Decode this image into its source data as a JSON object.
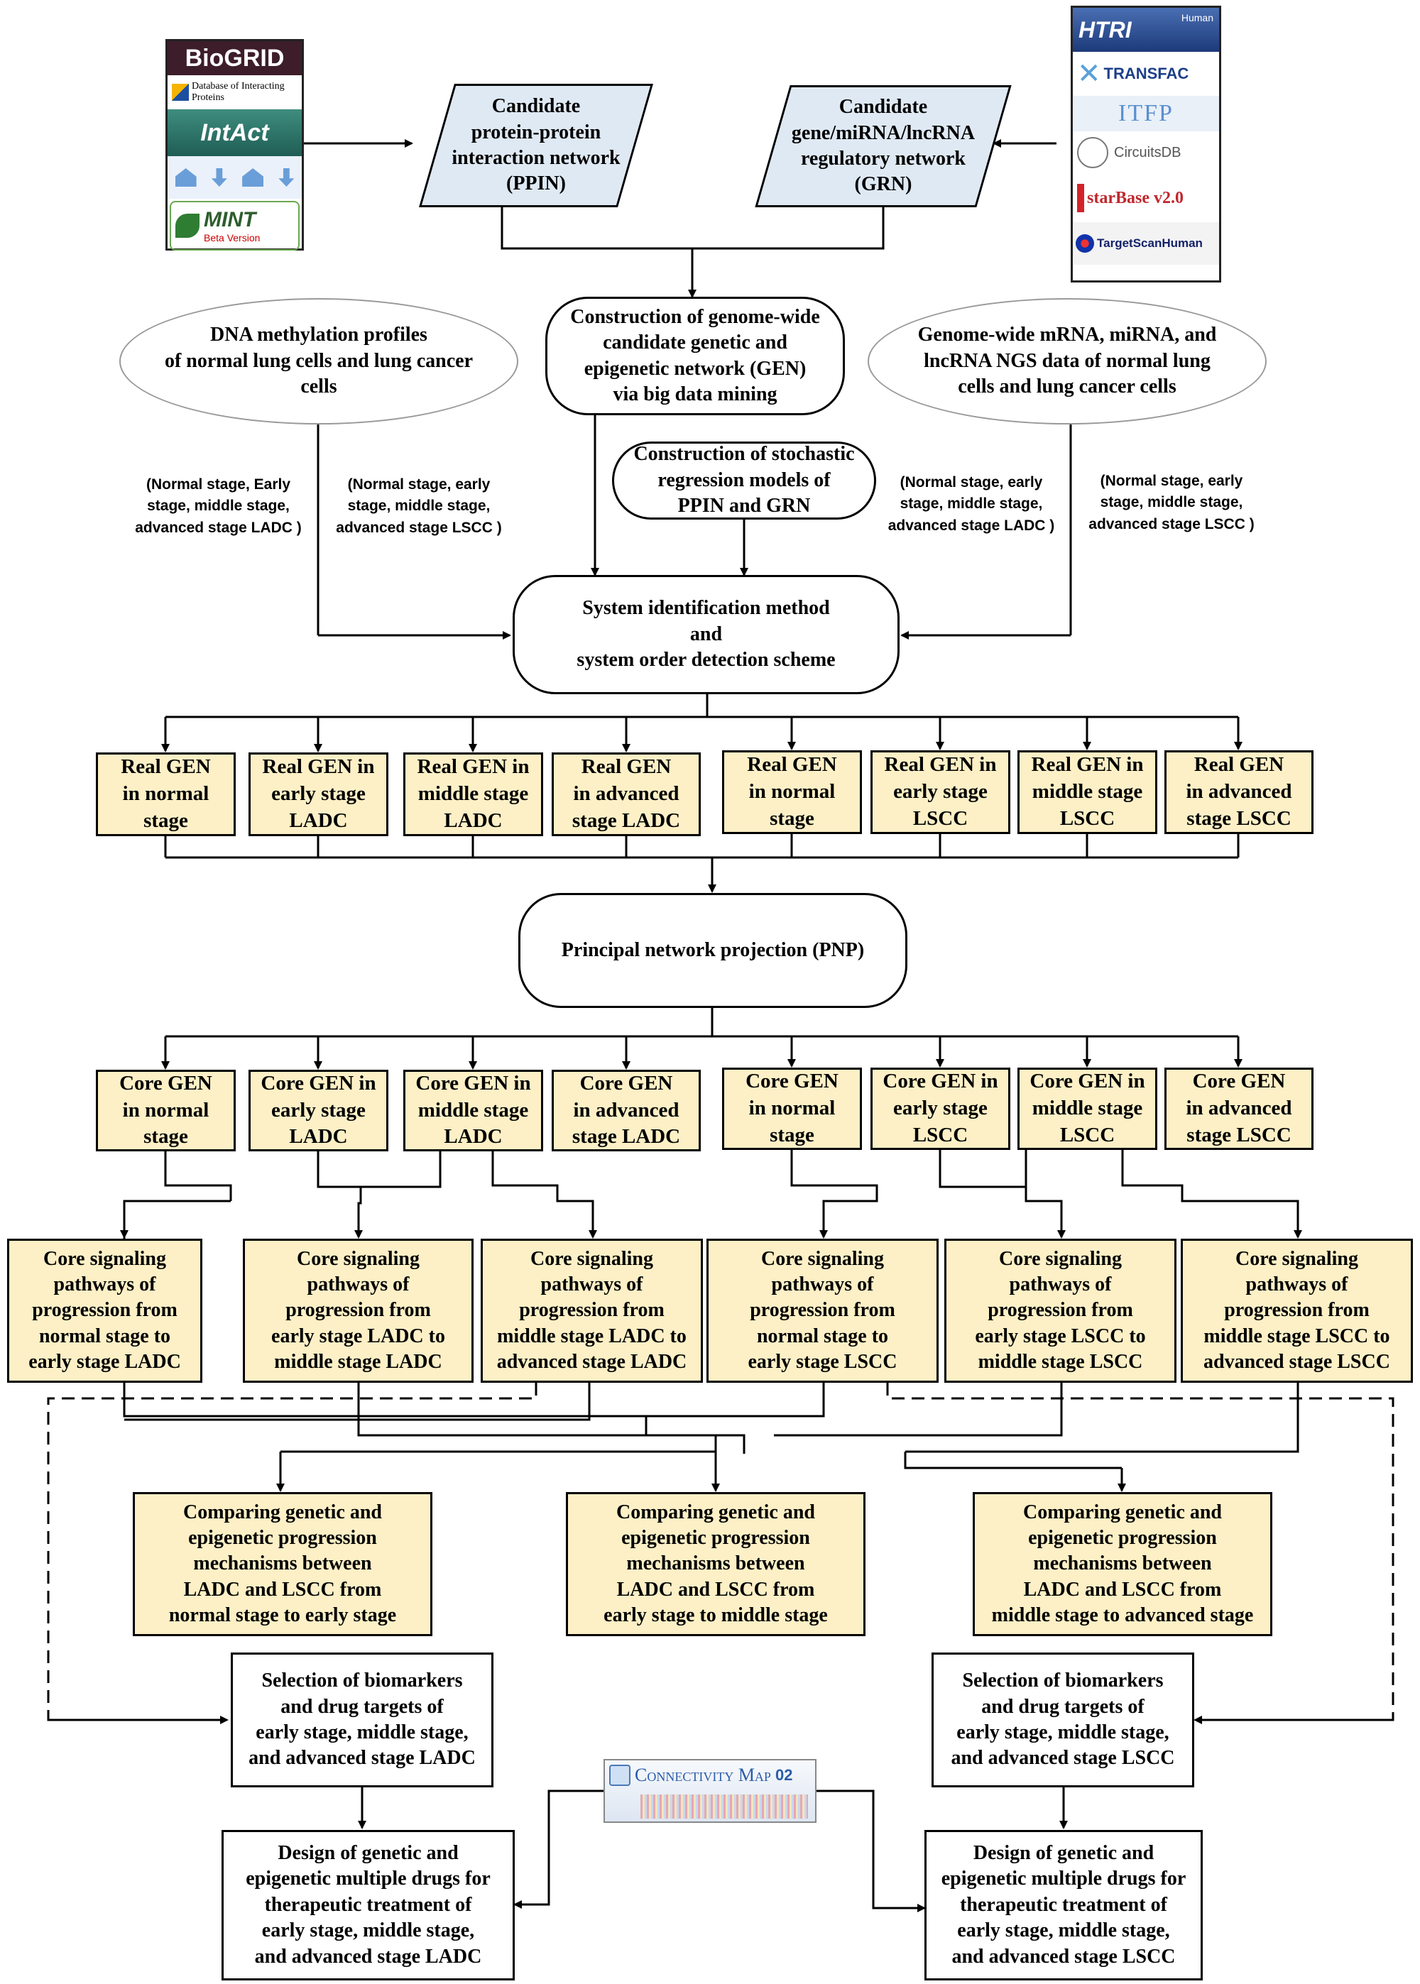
{
  "sources": {
    "ppi_logos": {
      "biogrid": "BioGRID",
      "biogrid_sub": "Database of Interacting Proteins",
      "intact": "IntAct",
      "mint": "MINT",
      "mint_sub": "Beta Version"
    },
    "grn_logos": {
      "htri": "HTRI",
      "htri_sub": "Human",
      "transfac": "TRANSFAC",
      "itfp": "ITFP",
      "circuitsdb": "CircuitsDB",
      "starbase": "starBase v2.0",
      "targetscan": "TargetScanHuman"
    }
  },
  "nodes": {
    "ppin": "Candidate\nprotein-protein\ninteraction network\n(PPIN)",
    "grn": "Candidate\ngene/miRNA/lncRNA\nregulatory network\n(GRN)",
    "construction_gen": "Construction of genome-wide\ncandidate genetic and\nepigenetic network (GEN)\nvia big data mining",
    "stochastic": "Construction of  stochastic\nregression models of\nPPIN and GRN",
    "methylation": "DNA methylation profiles\nof normal lung cells and lung cancer\ncells",
    "ngs": "Genome-wide mRNA, miRNA, and\nlncRNA NGS data of normal lung\ncells and lung cancer cells",
    "sysid": "System identification method\nand\nsystem order detection scheme",
    "pnp": "Principal network projection (PNP)",
    "label_ladc_left": "(Normal stage, Early\nstage, middle stage,\nadvanced stage LADC )",
    "label_lscc_left": "(Normal stage, early\nstage, middle stage,\nadvanced stage LSCC )",
    "label_ladc_right": "(Normal stage, early\nstage, middle stage,\nadvanced stage LADC )",
    "label_lscc_right": "(Normal stage, early\nstage, middle stage,\nadvanced stage LSCC )"
  },
  "real_gen": [
    "Real GEN\nin normal\nstage",
    "Real GEN in\nearly stage\nLADC",
    "Real GEN in\nmiddle stage\nLADC",
    "Real GEN\nin advanced\nstage LADC",
    "Real GEN\nin normal\nstage",
    "Real GEN in\nearly stage\nLSCC",
    "Real GEN in\nmiddle stage\nLSCC",
    "Real GEN\nin advanced\nstage LSCC"
  ],
  "core_gen": [
    "Core GEN\nin normal\nstage",
    "Core GEN in\nearly stage\nLADC",
    "Core GEN in\nmiddle stage\nLADC",
    "Core GEN\nin advanced\nstage LADC",
    "Core GEN\nin normal\nstage",
    "Core GEN in\nearly stage\nLSCC",
    "Core GEN in\nmiddle stage\nLSCC",
    "Core GEN\nin advanced\nstage LSCC"
  ],
  "core_pathways": [
    "Core signaling\npathways of\nprogression from\nnormal stage to\nearly stage LADC",
    "Core signaling\npathways of\nprogression from\nearly stage LADC to\nmiddle stage LADC",
    "Core signaling\npathways of\nprogression from\nmiddle stage LADC to\nadvanced stage LADC",
    "Core signaling\npathways of\nprogression from\nnormal stage to\nearly stage LSCC",
    "Core signaling\npathways of\nprogression from\nearly stage LSCC to\nmiddle stage LSCC",
    "Core signaling\npathways of\nprogression from\nmiddle stage LSCC to\nadvanced stage LSCC"
  ],
  "comparisons": [
    "Comparing genetic and\nepigenetic progression\nmechanisms between\nLADC and LSCC from\nnormal stage to early stage",
    "Comparing genetic and\nepigenetic progression\nmechanisms between\nLADC and LSCC from\nearly stage to middle stage",
    "Comparing genetic and\nepigenetic progression\nmechanisms between\nLADC and LSCC from\nmiddle stage to advanced stage"
  ],
  "selection": [
    "Selection of biomarkers\nand drug targets of\nearly stage, middle stage,\nand advanced stage LADC",
    "Selection of biomarkers\nand drug targets of\nearly stage, middle stage,\nand advanced stage LSCC"
  ],
  "design": [
    "Design of genetic and\nepigenetic multiple drugs for\ntherapeutic treatment of\nearly stage, middle stage,\nand advanced stage LADC",
    "Design of genetic and\nepigenetic multiple drugs for\ntherapeutic treatment of\nearly stage, middle stage,\nand advanced stage LSCC"
  ],
  "cmap": {
    "title": "Connectivity Map",
    "version": "02"
  },
  "colors": {
    "yellow_box": "#fdf0c6",
    "blue_para": "#dfe9f4",
    "line": "#000000"
  }
}
